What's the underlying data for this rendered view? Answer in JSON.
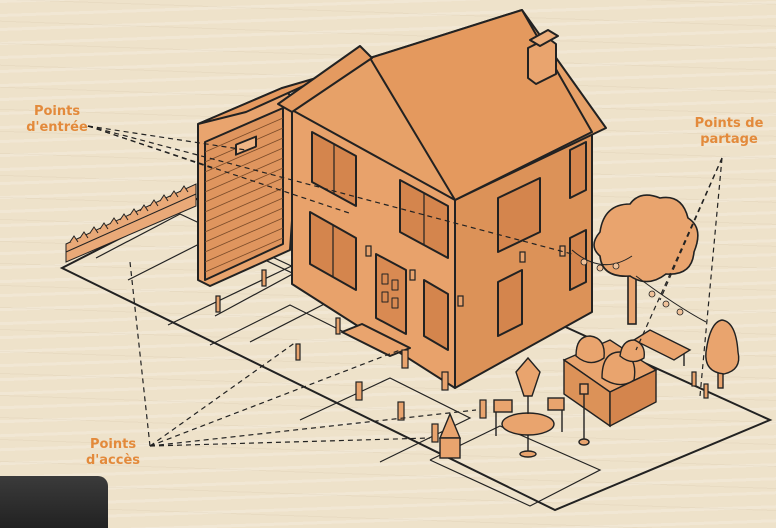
{
  "labels": {
    "entree": "Points\nd'entrée",
    "partage": "Points de\npartage",
    "acces": "Points\nd'accès"
  },
  "colors": {
    "house": "#e8a26b",
    "house_dark": "#d98a52",
    "outline": "#222222",
    "label": "#e38a3b",
    "background": "#eee2ca"
  },
  "icons": [
    "house-illustration",
    "garage",
    "tree",
    "fence",
    "bollard-lights",
    "patio-table",
    "bench",
    "planter"
  ]
}
